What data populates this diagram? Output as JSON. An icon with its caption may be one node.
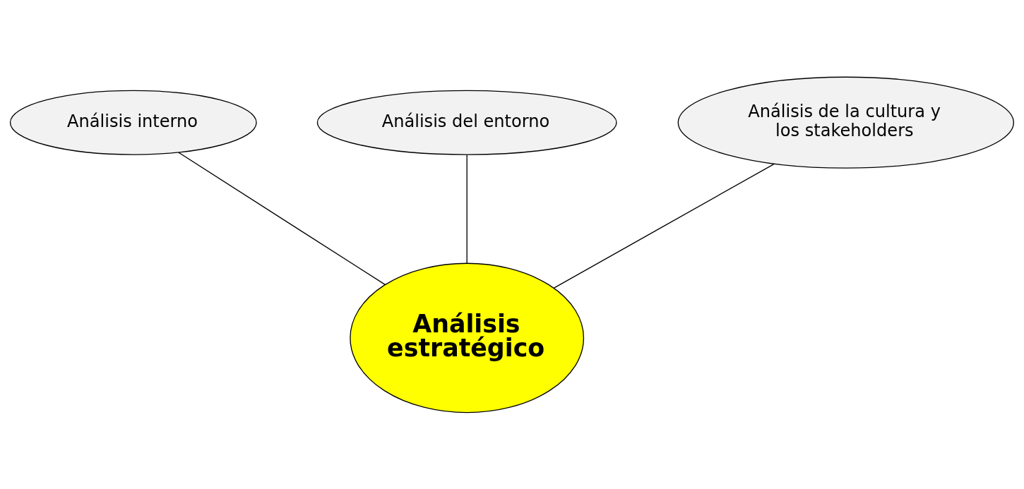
{
  "diagram": {
    "nodes": [
      {
        "text": [
          "Análisis interno"
        ]
      },
      {
        "text": [
          "Análisis del entorno"
        ]
      },
      {
        "text": [
          "Análisis de la cultura y los stakeholders"
        ]
      },
      {
        "text": [
          "Análisis estratégico"
        ]
      }
    ],
    "edges": [
      {
        "from": 0,
        "to": 3,
        "arrow": "none"
      },
      {
        "from": 1,
        "to": 3,
        "arrow": "none"
      },
      {
        "from": 2,
        "to": 3,
        "arrow": "none"
      }
    ]
  }
}
